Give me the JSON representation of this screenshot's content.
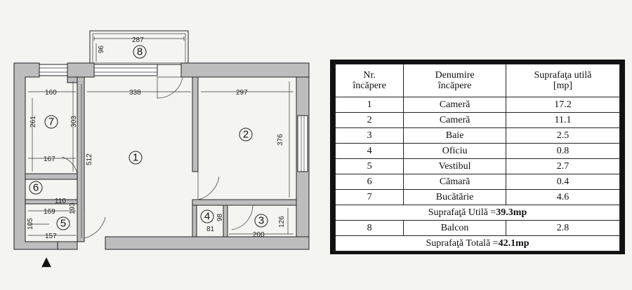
{
  "plan": {
    "labels": {
      "r1": "1",
      "r2": "2",
      "r3": "3",
      "r4": "4",
      "r5": "5",
      "r6": "6",
      "r7": "7",
      "r8": "8"
    },
    "dimensions": {
      "d287": "287",
      "d96": "96",
      "d338": "338",
      "d297": "297",
      "d160": "160",
      "d261": "261",
      "d303": "303",
      "d512": "512",
      "d376": "376",
      "d167": "167",
      "d110": "110",
      "d169": "169",
      "d193": "193",
      "d105": "105",
      "d157": "157",
      "d98": "98",
      "d81": "81",
      "d126": "126",
      "d200": "200"
    },
    "entrance_marker": "▲"
  },
  "table": {
    "headers": {
      "nr": "Nr.\nîncăpere",
      "name": "Denumire\nîncăpere",
      "area": "Suprafaţa utilă\n[mp]"
    },
    "rows": [
      {
        "nr": "1",
        "name": "Cameră",
        "area": "17.2"
      },
      {
        "nr": "2",
        "name": "Cameră",
        "area": "11.1"
      },
      {
        "nr": "3",
        "name": "Baie",
        "area": "2.5"
      },
      {
        "nr": "4",
        "name": "Oficiu",
        "area": "0.8"
      },
      {
        "nr": "5",
        "name": "Vestibul",
        "area": "2.7"
      },
      {
        "nr": "6",
        "name": "Cămară",
        "area": "0.4"
      },
      {
        "nr": "7",
        "name": "Bucătărie",
        "area": "4.6"
      }
    ],
    "useful_total_label": "Suprafaţă Utilă =",
    "useful_total_value": "39.3mp",
    "balcony": {
      "nr": "8",
      "name": "Balcon",
      "area": "2.8"
    },
    "grand_total_label": "Suprafaţă Totală =",
    "grand_total_value": "42.1mp"
  }
}
